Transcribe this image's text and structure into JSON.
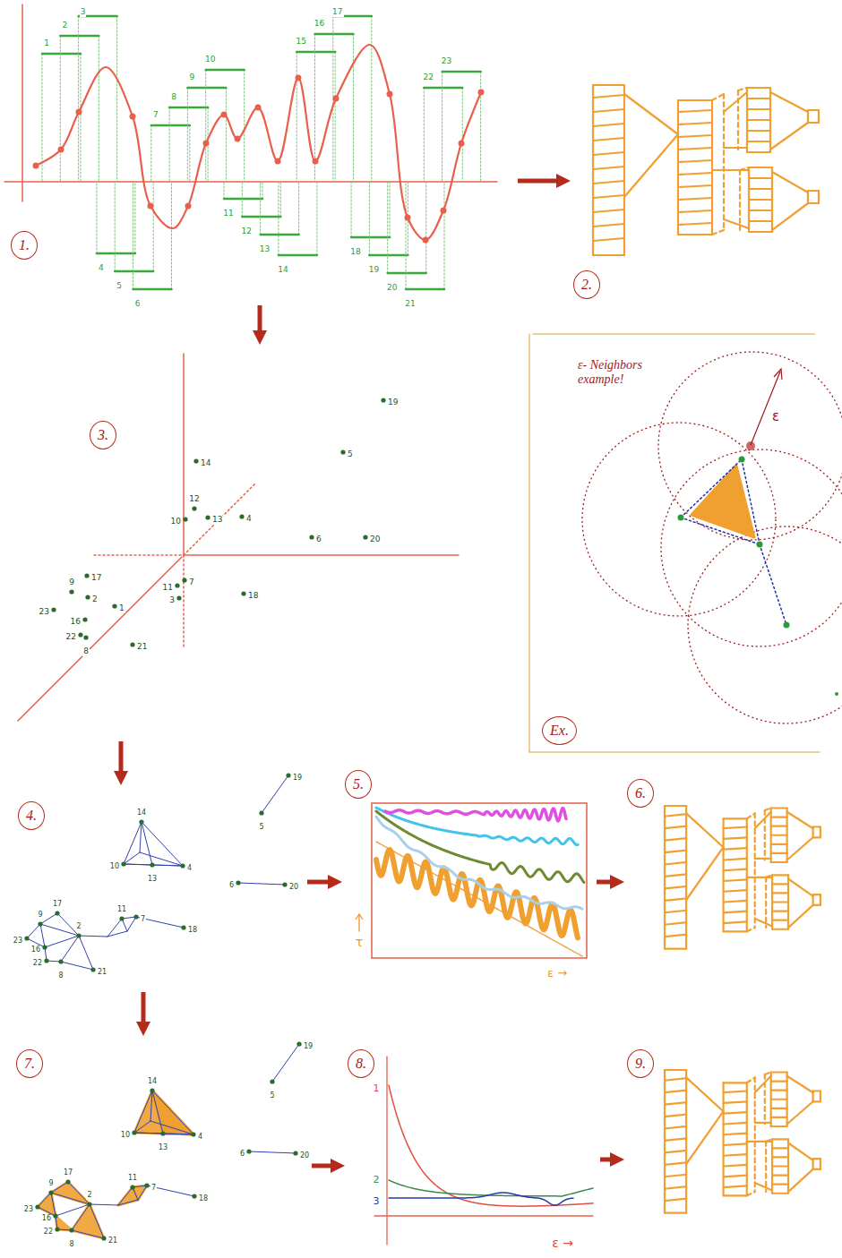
{
  "diagram": {
    "nodes": [
      {
        "text": [
          "1."
        ]
      },
      {
        "text": [
          "2."
        ]
      },
      {
        "text": [
          "3."
        ]
      },
      {
        "text": [
          "Ex.",
          "ε- Neighbors example!"
        ]
      },
      {
        "text": [
          "4."
        ]
      },
      {
        "text": [
          "5."
        ]
      },
      {
        "text": [
          "6."
        ]
      },
      {
        "text": [
          "7."
        ]
      },
      {
        "text": [
          "8."
        ]
      },
      {
        "text": [
          "9."
        ]
      }
    ],
    "edges": [
      {
        "from": 0,
        "to": 1,
        "arrow": "to"
      },
      {
        "from": 0,
        "to": 2,
        "arrow": "to"
      },
      {
        "from": 2,
        "to": 4,
        "arrow": "to"
      },
      {
        "from": 4,
        "to": 5,
        "arrow": "to"
      },
      {
        "from": 5,
        "to": 6,
        "arrow": "to"
      },
      {
        "from": 4,
        "to": 7,
        "arrow": "to"
      },
      {
        "from": 7,
        "to": 8,
        "arrow": "to"
      },
      {
        "from": 8,
        "to": 9,
        "arrow": "to"
      }
    ],
    "labels": [
      "1",
      "2",
      "3",
      "4",
      "5",
      "6",
      "7",
      "8",
      "9",
      "10",
      "11",
      "12",
      "13",
      "14",
      "15",
      "16",
      "17",
      "18",
      "19",
      "20",
      "21",
      "22",
      "23",
      "19",
      "5",
      "14",
      "12",
      "10",
      "13",
      "4",
      "6",
      "20",
      "7",
      "11",
      "3",
      "18",
      "17",
      "9",
      "2",
      "1",
      "23",
      "16",
      "22",
      "8",
      "21",
      "ε",
      "14",
      "10",
      "13",
      "4",
      "17",
      "9",
      "23",
      "16",
      "22",
      "2",
      "8",
      "21",
      "11",
      "7",
      "18",
      "19",
      "5",
      "6",
      "20",
      "τ",
      "ε →",
      "14",
      "10",
      "13",
      "4",
      "17",
      "9",
      "23",
      "16",
      "22",
      "2",
      "8",
      "21",
      "11",
      "7",
      "18",
      "19",
      "5",
      "6",
      "20",
      "1",
      "2",
      "3",
      "ε →"
    ]
  }
}
